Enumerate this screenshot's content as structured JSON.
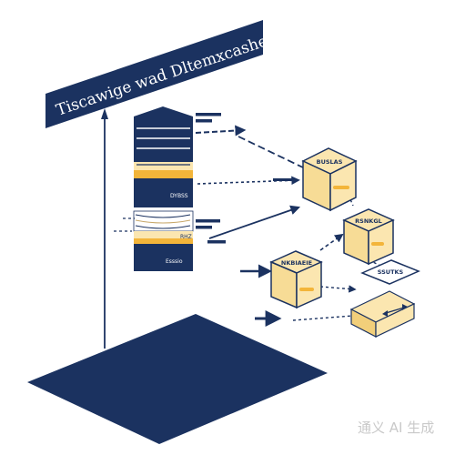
{
  "title": "Tiscawige wad Dltemxcashed",
  "colors": {
    "navy": "#1b3260",
    "cream": "#fbe6b0",
    "cream_dark": "#f2cf7a",
    "accent": "#f3b53a",
    "line": "#1b3260"
  },
  "server": {
    "upper_label": "DYBSS",
    "lower_label": "RHZ",
    "base_label": "Esssio"
  },
  "boxes": {
    "top_label": "BUSLAS",
    "mid_label": "RSNKGL",
    "left_label": "NKBIAEIE",
    "right_label": "SSUTKS"
  },
  "watermark": "通义 AI 生成",
  "icons": [
    "arrow-icon",
    "server-icon",
    "box-icon",
    "tray-icon"
  ]
}
